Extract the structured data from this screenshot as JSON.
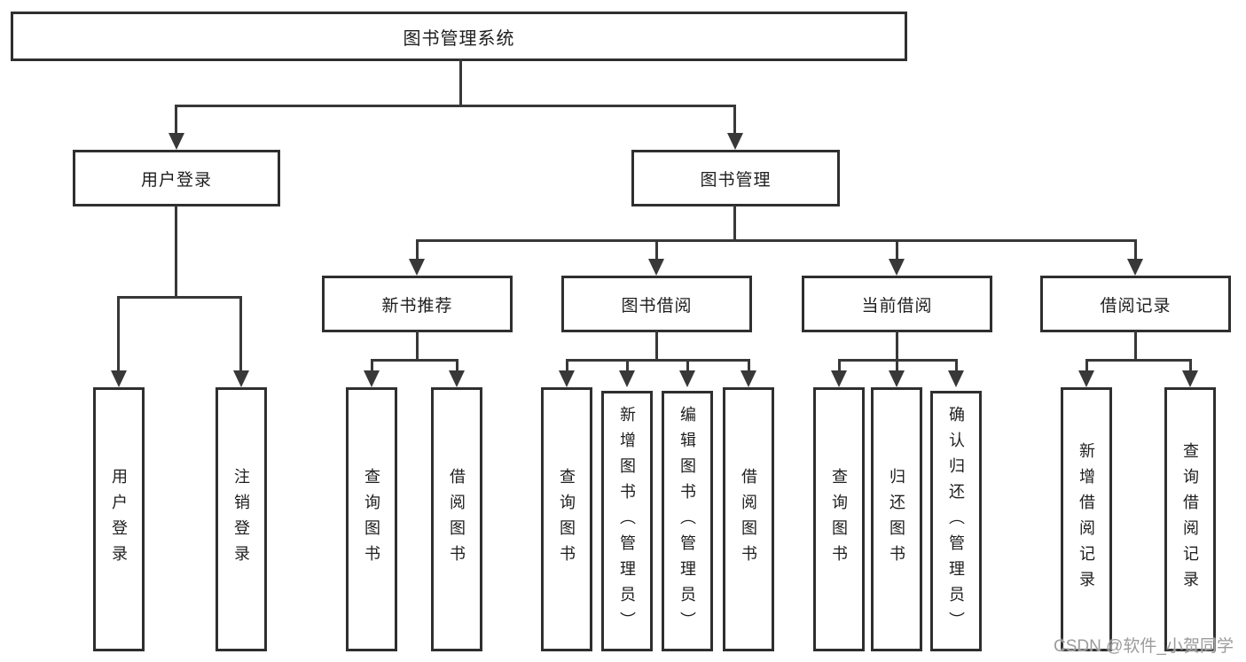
{
  "nodes": {
    "root": "图书管理系统",
    "level2": [
      "用户登录",
      "图书管理"
    ],
    "level3": [
      "新书推荐",
      "图书借阅",
      "当前借阅",
      "借阅记录"
    ],
    "leaves": {
      "login": [
        "用户登录",
        "注销登录"
      ],
      "recommend": [
        "查询图书",
        "借阅图书"
      ],
      "borrow": [
        "查询图书",
        "新增图书（管理员）",
        "编辑图书（管理员）",
        "借阅图书"
      ],
      "current": [
        "查询图书",
        "归还图书",
        "确认归还（管理员）"
      ],
      "records": [
        "新增借阅记录",
        "查询借阅记录"
      ]
    }
  },
  "watermark": {
    "text": "CSDN @软件_小贺同学",
    "color": "#9c9c9c"
  },
  "colors": {
    "line": "#383838",
    "box_border": "#2f2f2f",
    "box_fill": "#ffffff",
    "text": "#1e1e1e",
    "background": "#ffffff"
  }
}
